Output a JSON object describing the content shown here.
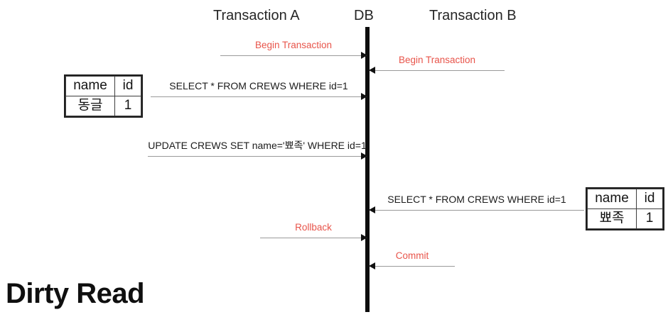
{
  "diagram": {
    "title": "Dirty Read",
    "columns": [
      {
        "key": "transaction_a",
        "label": "Transaction A"
      },
      {
        "key": "db",
        "label": "DB"
      },
      {
        "key": "transaction_b",
        "label": "Transaction B"
      }
    ],
    "lifeline": {
      "name": "db-lifeline",
      "color": "#0d0d0d"
    },
    "colors": {
      "message_accent": "#e8544a",
      "message_plain": "#1c1c1c",
      "arrow_shaft": "#9a9a9a",
      "arrow_head": "#111111",
      "table_border": "#1f1f1f",
      "title": "#0f0f0f"
    },
    "messages": [
      {
        "id": "begin-transaction-a",
        "label": "Begin Transaction",
        "from": "transaction_a",
        "to": "db",
        "direction": "right",
        "style": "accent"
      },
      {
        "id": "begin-transaction-b",
        "label": "Begin Transaction",
        "from": "transaction_b",
        "to": "db",
        "direction": "left",
        "style": "accent"
      },
      {
        "id": "select-a",
        "label": "SELECT * FROM CREWS WHERE id=1",
        "from": "transaction_a",
        "to": "db",
        "direction": "right",
        "style": "plain"
      },
      {
        "id": "update-a",
        "label": "UPDATE CREWS SET name='뾰족' WHERE id=1",
        "from": "transaction_a",
        "to": "db",
        "direction": "right",
        "style": "plain"
      },
      {
        "id": "select-b",
        "label": "SELECT * FROM CREWS WHERE id=1",
        "from": "transaction_b",
        "to": "db",
        "direction": "left",
        "style": "plain"
      },
      {
        "id": "rollback-a",
        "label": "Rollback",
        "from": "transaction_a",
        "to": "db",
        "direction": "right",
        "style": "accent"
      },
      {
        "id": "commit-b",
        "label": "Commit",
        "from": "transaction_b",
        "to": "db",
        "direction": "left",
        "style": "accent"
      }
    ],
    "result_tables": [
      {
        "id": "result-table-left",
        "headers": [
          "name",
          "id"
        ],
        "rows": [
          [
            "동글",
            "1"
          ]
        ]
      },
      {
        "id": "result-table-right",
        "headers": [
          "name",
          "id"
        ],
        "rows": [
          [
            "뾰족",
            "1"
          ]
        ]
      }
    ]
  }
}
